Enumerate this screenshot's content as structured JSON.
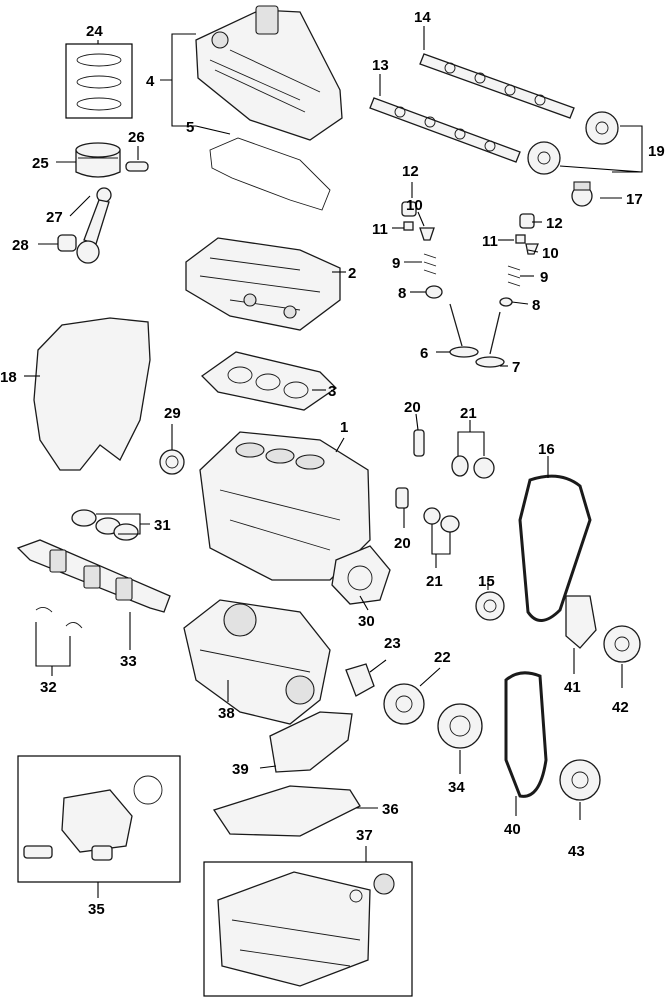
{
  "callouts": [
    {
      "id": "1",
      "label": "1"
    },
    {
      "id": "2",
      "label": "2"
    },
    {
      "id": "3",
      "label": "3"
    },
    {
      "id": "4",
      "label": "4"
    },
    {
      "id": "5",
      "label": "5"
    },
    {
      "id": "6",
      "label": "6"
    },
    {
      "id": "7",
      "label": "7"
    },
    {
      "id": "8a",
      "label": "8"
    },
    {
      "id": "8b",
      "label": "8"
    },
    {
      "id": "9a",
      "label": "9"
    },
    {
      "id": "9b",
      "label": "9"
    },
    {
      "id": "10a",
      "label": "10"
    },
    {
      "id": "10b",
      "label": "10"
    },
    {
      "id": "11a",
      "label": "11"
    },
    {
      "id": "11b",
      "label": "11"
    },
    {
      "id": "12a",
      "label": "12"
    },
    {
      "id": "12b",
      "label": "12"
    },
    {
      "id": "13",
      "label": "13"
    },
    {
      "id": "14",
      "label": "14"
    },
    {
      "id": "15",
      "label": "15"
    },
    {
      "id": "16",
      "label": "16"
    },
    {
      "id": "17",
      "label": "17"
    },
    {
      "id": "18",
      "label": "18"
    },
    {
      "id": "19",
      "label": "19"
    },
    {
      "id": "20a",
      "label": "20"
    },
    {
      "id": "20b",
      "label": "20"
    },
    {
      "id": "21a",
      "label": "21"
    },
    {
      "id": "21b",
      "label": "21"
    },
    {
      "id": "22",
      "label": "22"
    },
    {
      "id": "23",
      "label": "23"
    },
    {
      "id": "24",
      "label": "24"
    },
    {
      "id": "25",
      "label": "25"
    },
    {
      "id": "26",
      "label": "26"
    },
    {
      "id": "27",
      "label": "27"
    },
    {
      "id": "28",
      "label": "28"
    },
    {
      "id": "29",
      "label": "29"
    },
    {
      "id": "30",
      "label": "30"
    },
    {
      "id": "31",
      "label": "31"
    },
    {
      "id": "32",
      "label": "32"
    },
    {
      "id": "33",
      "label": "33"
    },
    {
      "id": "34",
      "label": "34"
    },
    {
      "id": "35",
      "label": "35"
    },
    {
      "id": "36",
      "label": "36"
    },
    {
      "id": "37",
      "label": "37"
    },
    {
      "id": "38",
      "label": "38"
    },
    {
      "id": "39",
      "label": "39"
    },
    {
      "id": "40",
      "label": "40"
    },
    {
      "id": "41",
      "label": "41"
    },
    {
      "id": "42",
      "label": "42"
    },
    {
      "id": "43",
      "label": "43"
    }
  ]
}
